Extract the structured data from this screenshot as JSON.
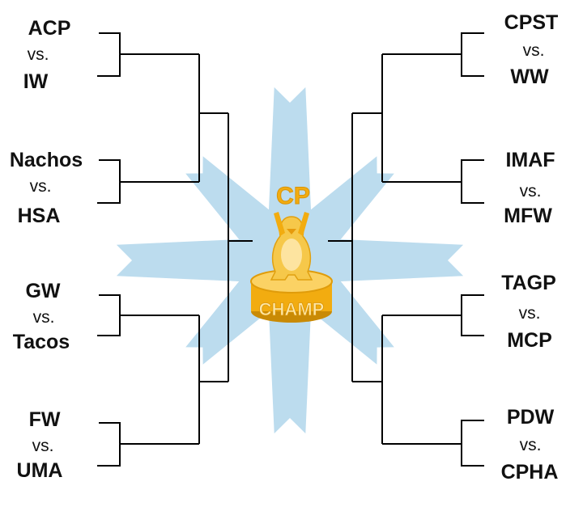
{
  "bracket": {
    "left": [
      {
        "team1": "ACP",
        "vs": "vs.",
        "team2": "IW"
      },
      {
        "team1": "Nachos",
        "vs": "vs.",
        "team2": "HSA"
      },
      {
        "team1": "GW",
        "vs": "vs.",
        "team2": "Tacos"
      },
      {
        "team1": "FW",
        "vs": "vs.",
        "team2": "UMA"
      }
    ],
    "right": [
      {
        "team1": "CPST",
        "vs": "vs.",
        "team2": "WW"
      },
      {
        "team1": "IMAF",
        "vs": "vs.",
        "team2": "MFW"
      },
      {
        "team1": "TAGP",
        "vs": "vs.",
        "team2": "MCP"
      },
      {
        "team1": "PDW",
        "vs": "vs.",
        "team2": "CPHA"
      }
    ]
  },
  "trophy": {
    "top_text": "CP",
    "base_text": "CHAMP"
  },
  "colors": {
    "burst": "#bcdcee",
    "trophy_gold": "#f2ac10",
    "trophy_light": "#fbd264",
    "trophy_dark": "#c98a05",
    "line": "#000000"
  }
}
